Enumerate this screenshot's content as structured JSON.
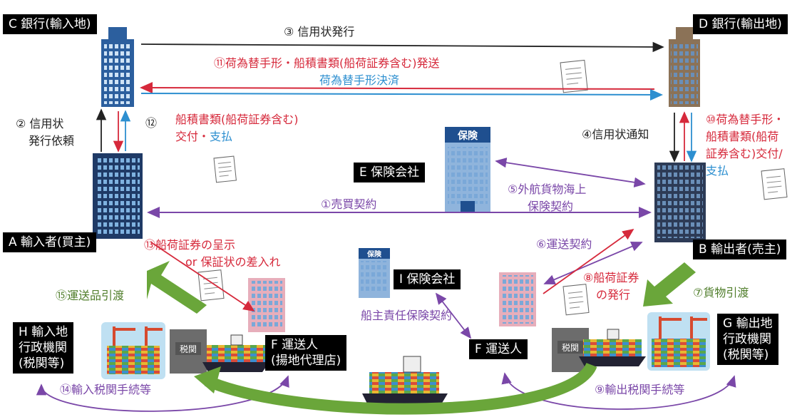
{
  "nodes": {
    "c_bank": "C 銀行(輸入地)",
    "d_bank": "D 銀行(輸出地)",
    "e_insurer": "E 保険会社",
    "i_insurer": "I 保険会社",
    "a_importer": "A 輸入者(買主)",
    "b_exporter": "B 輸出者(売主)",
    "h_line1": "H 輸入地",
    "h_line2": "行政機関",
    "h_line3": "(税関等)",
    "g_line1": "G 輸出地",
    "g_line2": "行政機関",
    "g_line3": "(税関等)",
    "f_import_line1": "F 運送人",
    "f_import_line2": "(揚地代理店)",
    "f_export": "F 運送人"
  },
  "labels": {
    "s3": "③ 信用状発行",
    "s11": "⑪荷為替手形・船積書類(船荷証券含む)発送",
    "s11_settle": "荷為替手形決済",
    "s2_line1": "② 信用状",
    "s2_line2": "発行依頼",
    "s12_num": "⑫",
    "s12_line1": "船積書類(船荷証券含む)",
    "s12_line2a": "交付・",
    "s12_line2b": "支払",
    "s4": "④信用状通知",
    "s10_line1": "⑩荷為替手形・",
    "s10_line2": "船積書類(船荷",
    "s10_line3": "証券含む)交付/",
    "s10_line4": "支払",
    "s5_line1": "⑤外航貨物海上",
    "s5_line2": "保険契約",
    "s1": "①売買契約",
    "s13_line1": "⑬船荷証券の呈示",
    "s13_line2": "or 保証状の差入れ",
    "s6": "⑥運送契約",
    "s8_line1": "⑧船荷証券",
    "s8_line2": "の発行",
    "s7": "⑦貨物引渡",
    "s15": "⑮運送品引渡",
    "s_liability": "船主責任保険契約",
    "s14": "⑭輸入税関手続等",
    "s9": "⑨輸出税関手続等"
  },
  "icons": {
    "customs_sign": "税関",
    "insurance_sign": "保険",
    "insurance_sign_small": "保険"
  },
  "colors": {
    "black_flow": "#222222",
    "red_flow": "#d6293b",
    "blue_flow": "#2d8fd0",
    "purple_flow": "#7a47a8",
    "green_flow": "#6aa63a"
  }
}
